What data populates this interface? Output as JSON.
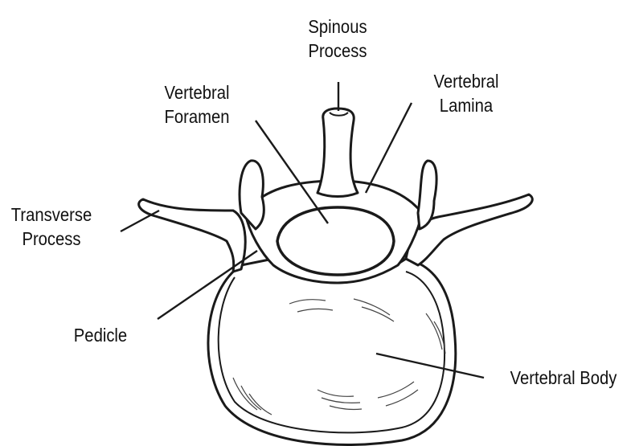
{
  "labels": {
    "spinous_process": [
      "Spinous",
      "Process"
    ],
    "vertebral_lamina": [
      "Vertebral",
      "Lamina"
    ],
    "vertebral_foramen": [
      "Vertebral",
      "Foramen"
    ],
    "transverse_process": [
      "Transverse",
      "Process"
    ],
    "pedicle": [
      "Pedicle"
    ],
    "vertebral_body": [
      "Vertebral  Body"
    ]
  },
  "colors": {
    "ink": "#1a1a1a",
    "bone": "#ffffff",
    "shade": "#444444"
  }
}
